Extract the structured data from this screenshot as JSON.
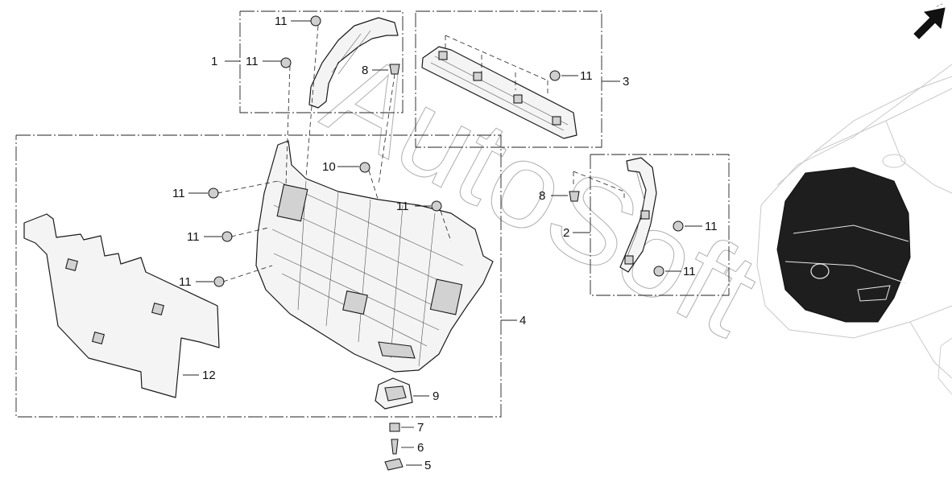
{
  "callouts": {
    "c1": "1",
    "c2": "2",
    "c3": "3",
    "c4": "4",
    "c5": "5",
    "c6": "6",
    "c7": "7",
    "c8a": "8",
    "c8b": "8",
    "c9": "9",
    "c10": "10",
    "c11_a": "11",
    "c11_b": "11",
    "c11_c": "11",
    "c11_d": "11",
    "c11_e": "11",
    "c11_f": "11",
    "c11_g": "11",
    "c11_h": "11",
    "c11_i": "11",
    "c12": "12"
  },
  "watermark": "AutoSoft",
  "colors": {
    "line": "#1a1a1a",
    "panel_fill": "#f4f4f4",
    "car_outline": "#c8c8c8",
    "car_highlight": "#1e1e1e",
    "arrow": "#111111"
  },
  "icons": {
    "direction_arrow": "arrow-up-right-icon"
  }
}
